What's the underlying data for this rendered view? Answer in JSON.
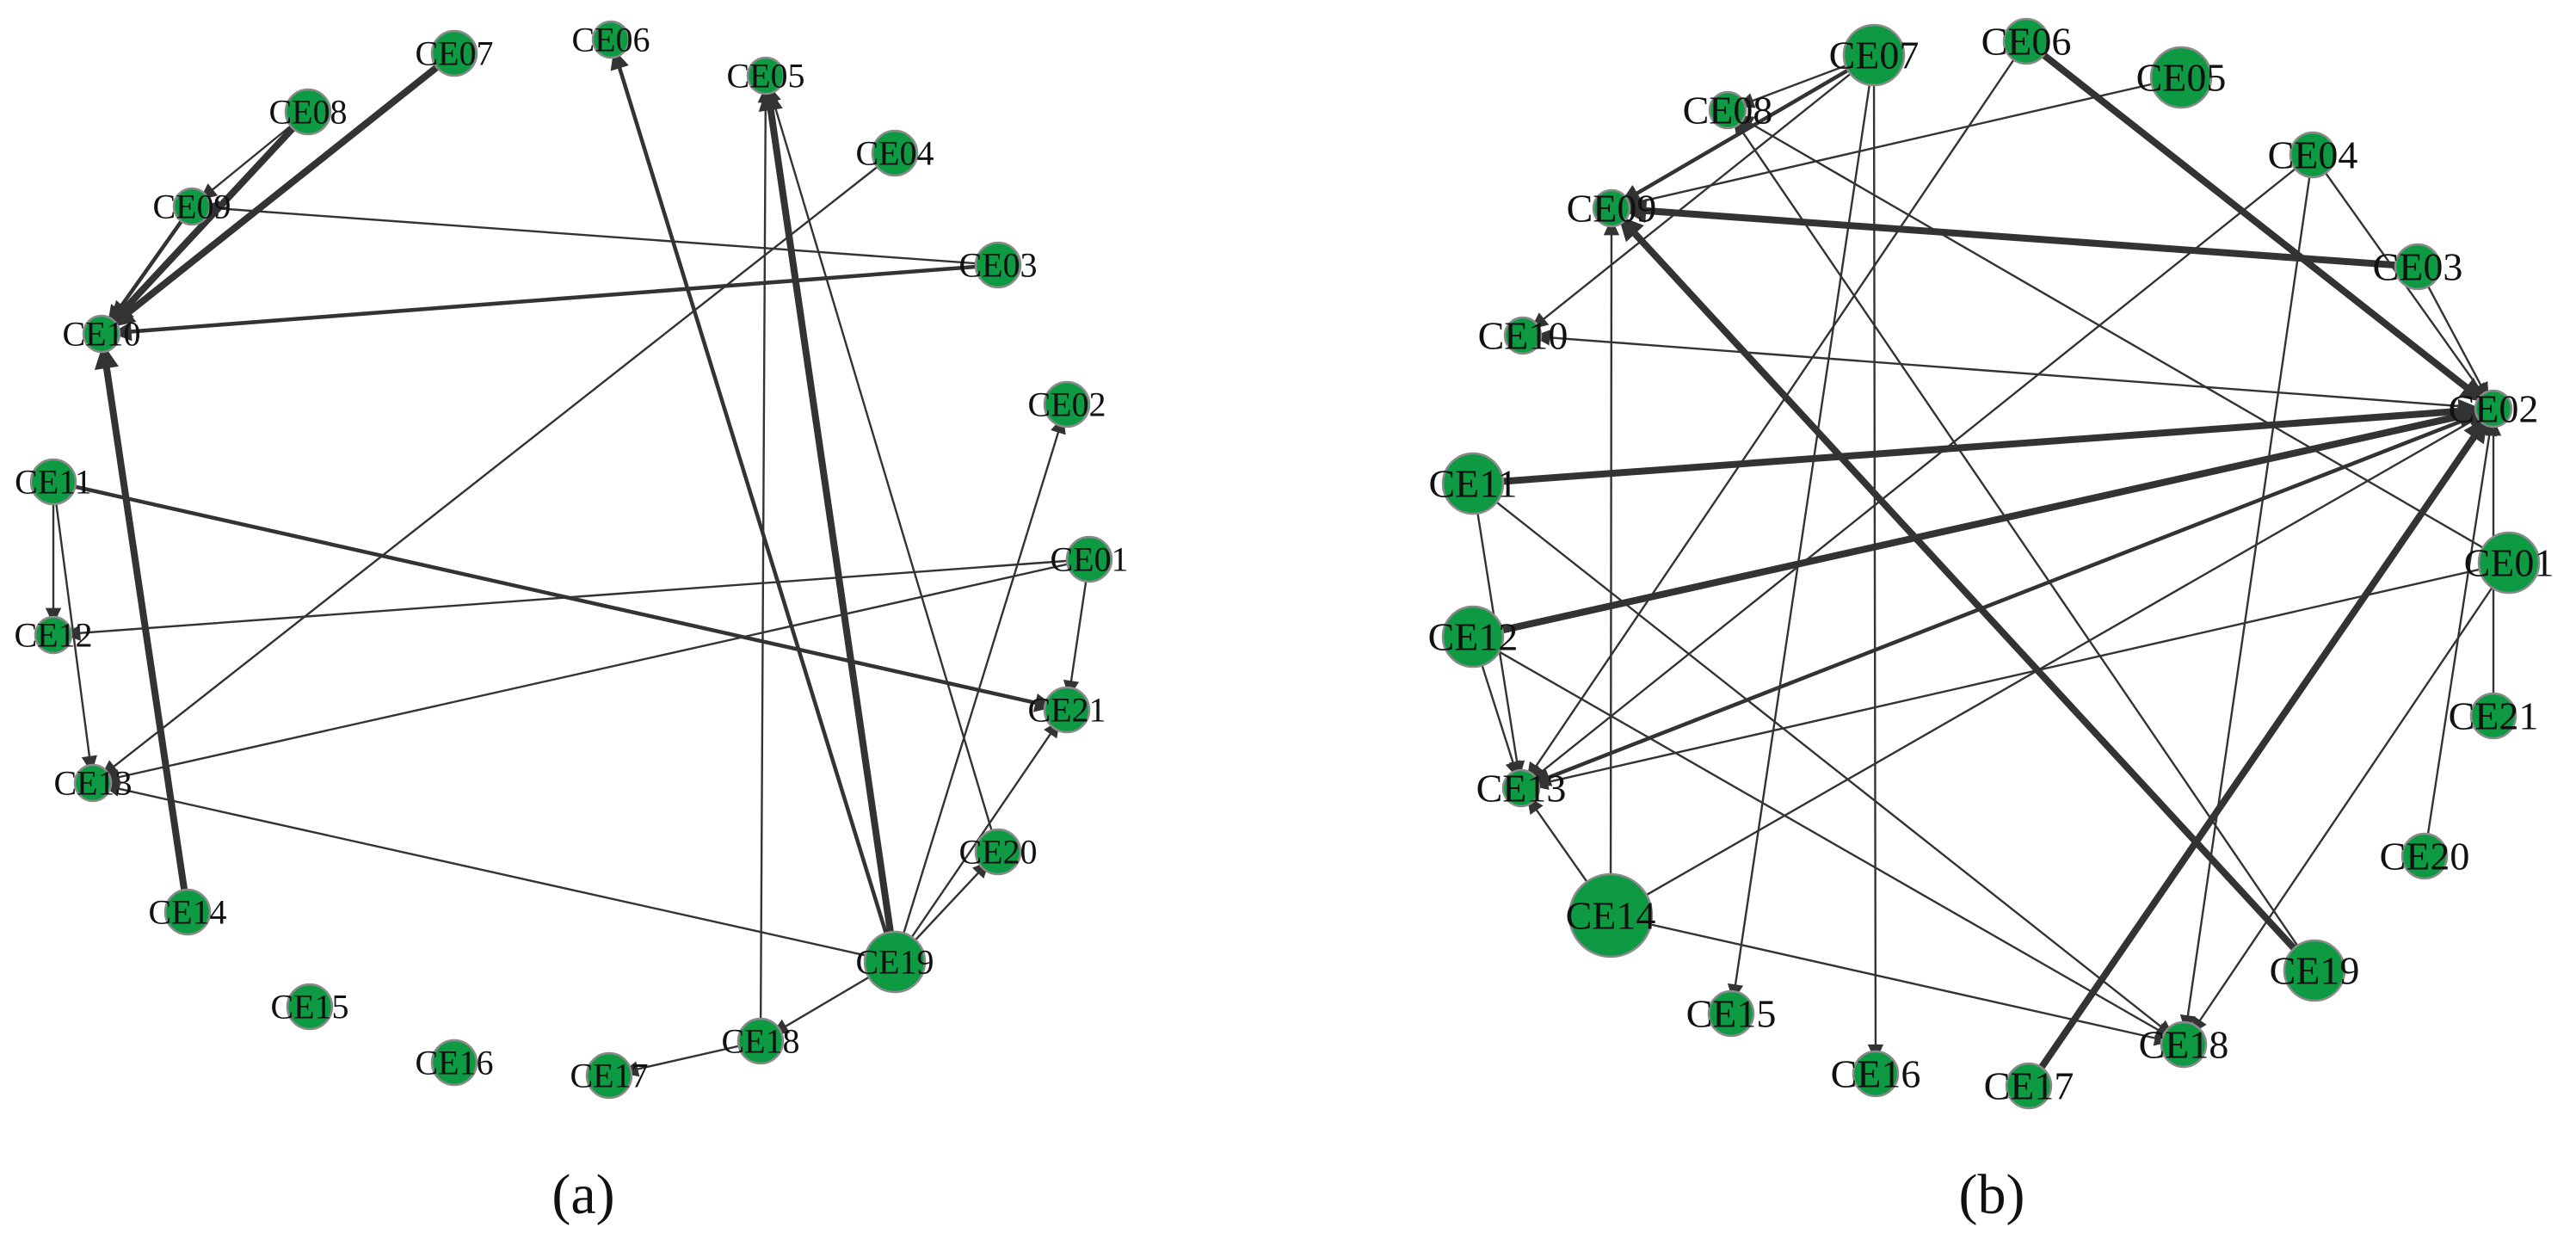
{
  "figure": {
    "node_color": "#0e9a43",
    "node_stroke": "#8a8a8a",
    "edge_color": "#333333"
  },
  "panels": [
    {
      "id": "a",
      "label": "(a)",
      "nodes": [
        {
          "id": "CE07",
          "label": "CE07",
          "size": "m"
        },
        {
          "id": "CE06",
          "label": "CE06",
          "size": "s"
        },
        {
          "id": "CE05",
          "label": "CE05",
          "size": "s"
        },
        {
          "id": "CE08",
          "label": "CE08",
          "size": "m"
        },
        {
          "id": "CE04",
          "label": "CE04",
          "size": "m"
        },
        {
          "id": "CE09",
          "label": "CE09",
          "size": "s"
        },
        {
          "id": "CE03",
          "label": "CE03",
          "size": "m"
        },
        {
          "id": "CE10",
          "label": "CE10",
          "size": "s"
        },
        {
          "id": "CE02",
          "label": "CE02",
          "size": "m"
        },
        {
          "id": "CE11",
          "label": "CE11",
          "size": "m"
        },
        {
          "id": "CE01",
          "label": "CE01",
          "size": "m"
        },
        {
          "id": "CE12",
          "label": "CE12",
          "size": "s"
        },
        {
          "id": "CE21",
          "label": "CE21",
          "size": "m"
        },
        {
          "id": "CE13",
          "label": "CE13",
          "size": "s"
        },
        {
          "id": "CE20",
          "label": "CE20",
          "size": "m"
        },
        {
          "id": "CE14",
          "label": "CE14",
          "size": "m"
        },
        {
          "id": "CE19",
          "label": "CE19",
          "size": "l"
        },
        {
          "id": "CE15",
          "label": "CE15",
          "size": "m"
        },
        {
          "id": "CE16",
          "label": "CE16",
          "size": "m"
        },
        {
          "id": "CE17",
          "label": "CE17",
          "size": "m"
        },
        {
          "id": "CE18",
          "label": "CE18",
          "size": "m"
        }
      ],
      "edges": [
        {
          "from": "CE07",
          "to": "CE10",
          "w": 3
        },
        {
          "from": "CE08",
          "to": "CE10",
          "w": 3
        },
        {
          "from": "CE08",
          "to": "CE09",
          "w": 1
        },
        {
          "from": "CE09",
          "to": "CE10",
          "w": 2
        },
        {
          "from": "CE03",
          "to": "CE10",
          "w": 2
        },
        {
          "from": "CE03",
          "to": "CE09",
          "w": 1
        },
        {
          "from": "CE14",
          "to": "CE10",
          "w": 3
        },
        {
          "from": "CE11",
          "to": "CE12",
          "w": 1
        },
        {
          "from": "CE11",
          "to": "CE13",
          "w": 1
        },
        {
          "from": "CE11",
          "to": "CE21",
          "w": 2
        },
        {
          "from": "CE01",
          "to": "CE12",
          "w": 1
        },
        {
          "from": "CE01",
          "to": "CE21",
          "w": 1
        },
        {
          "from": "CE01",
          "to": "CE13",
          "w": 1
        },
        {
          "from": "CE04",
          "to": "CE13",
          "w": 1
        },
        {
          "from": "CE19",
          "to": "CE13",
          "w": 1
        },
        {
          "from": "CE19",
          "to": "CE06",
          "w": 2
        },
        {
          "from": "CE19",
          "to": "CE05",
          "w": 3
        },
        {
          "from": "CE18",
          "to": "CE05",
          "w": 1
        },
        {
          "from": "CE20",
          "to": "CE05",
          "w": 1
        },
        {
          "from": "CE19",
          "to": "CE02",
          "w": 1
        },
        {
          "from": "CE19",
          "to": "CE21",
          "w": 1
        },
        {
          "from": "CE19",
          "to": "CE20",
          "w": 1
        },
        {
          "from": "CE19",
          "to": "CE18",
          "w": 1
        },
        {
          "from": "CE18",
          "to": "CE17",
          "w": 1
        }
      ]
    },
    {
      "id": "b",
      "label": "(b)",
      "nodes": [
        {
          "id": "CE07",
          "label": "CE07",
          "size": "l"
        },
        {
          "id": "CE06",
          "label": "CE06",
          "size": "m"
        },
        {
          "id": "CE05",
          "label": "CE05",
          "size": "l"
        },
        {
          "id": "CE08",
          "label": "CE08",
          "size": "s"
        },
        {
          "id": "CE04",
          "label": "CE04",
          "size": "m"
        },
        {
          "id": "CE09",
          "label": "CE09",
          "size": "s"
        },
        {
          "id": "CE03",
          "label": "CE03",
          "size": "m"
        },
        {
          "id": "CE10",
          "label": "CE10",
          "size": "s"
        },
        {
          "id": "CE02",
          "label": "CE02",
          "size": "s"
        },
        {
          "id": "CE11",
          "label": "CE11",
          "size": "l"
        },
        {
          "id": "CE01",
          "label": "CE01",
          "size": "l"
        },
        {
          "id": "CE12",
          "label": "CE12",
          "size": "l"
        },
        {
          "id": "CE21",
          "label": "CE21",
          "size": "m"
        },
        {
          "id": "CE13",
          "label": "CE13",
          "size": "s"
        },
        {
          "id": "CE20",
          "label": "CE20",
          "size": "m"
        },
        {
          "id": "CE14",
          "label": "CE14",
          "size": "xl"
        },
        {
          "id": "CE19",
          "label": "CE19",
          "size": "l"
        },
        {
          "id": "CE15",
          "label": "CE15",
          "size": "m"
        },
        {
          "id": "CE16",
          "label": "CE16",
          "size": "m"
        },
        {
          "id": "CE17",
          "label": "CE17",
          "size": "m"
        },
        {
          "id": "CE18",
          "label": "CE18",
          "size": "m"
        }
      ],
      "edges": [
        {
          "from": "CE07",
          "to": "CE08",
          "w": 1
        },
        {
          "from": "CE07",
          "to": "CE09",
          "w": 2
        },
        {
          "from": "CE07",
          "to": "CE10",
          "w": 1
        },
        {
          "from": "CE07",
          "to": "CE15",
          "w": 1
        },
        {
          "from": "CE07",
          "to": "CE16",
          "w": 1
        },
        {
          "from": "CE05",
          "to": "CE09",
          "w": 1
        },
        {
          "from": "CE06",
          "to": "CE02",
          "w": 3
        },
        {
          "from": "CE06",
          "to": "CE13",
          "w": 1
        },
        {
          "from": "CE03",
          "to": "CE09",
          "w": 3
        },
        {
          "from": "CE03",
          "to": "CE02",
          "w": 1
        },
        {
          "from": "CE04",
          "to": "CE02",
          "w": 1
        },
        {
          "from": "CE04",
          "to": "CE18",
          "w": 1
        },
        {
          "from": "CE04",
          "to": "CE13",
          "w": 1
        },
        {
          "from": "CE11",
          "to": "CE02",
          "w": 3
        },
        {
          "from": "CE11",
          "to": "CE13",
          "w": 1
        },
        {
          "from": "CE11",
          "to": "CE18",
          "w": 1
        },
        {
          "from": "CE12",
          "to": "CE02",
          "w": 3
        },
        {
          "from": "CE12",
          "to": "CE13",
          "w": 1
        },
        {
          "from": "CE12",
          "to": "CE18",
          "w": 1
        },
        {
          "from": "CE14",
          "to": "CE02",
          "w": 1
        },
        {
          "from": "CE14",
          "to": "CE09",
          "w": 1
        },
        {
          "from": "CE14",
          "to": "CE13",
          "w": 1
        },
        {
          "from": "CE14",
          "to": "CE18",
          "w": 1
        },
        {
          "from": "CE02",
          "to": "CE13",
          "w": 2
        },
        {
          "from": "CE02",
          "to": "CE10",
          "w": 1
        },
        {
          "from": "CE01",
          "to": "CE08",
          "w": 1
        },
        {
          "from": "CE01",
          "to": "CE13",
          "w": 1
        },
        {
          "from": "CE01",
          "to": "CE18",
          "w": 1
        },
        {
          "from": "CE19",
          "to": "CE09",
          "w": 3
        },
        {
          "from": "CE19",
          "to": "CE08",
          "w": 1
        },
        {
          "from": "CE20",
          "to": "CE02",
          "w": 1
        },
        {
          "from": "CE21",
          "to": "CE02",
          "w": 1
        },
        {
          "from": "CE17",
          "to": "CE02",
          "w": 3
        }
      ]
    }
  ]
}
